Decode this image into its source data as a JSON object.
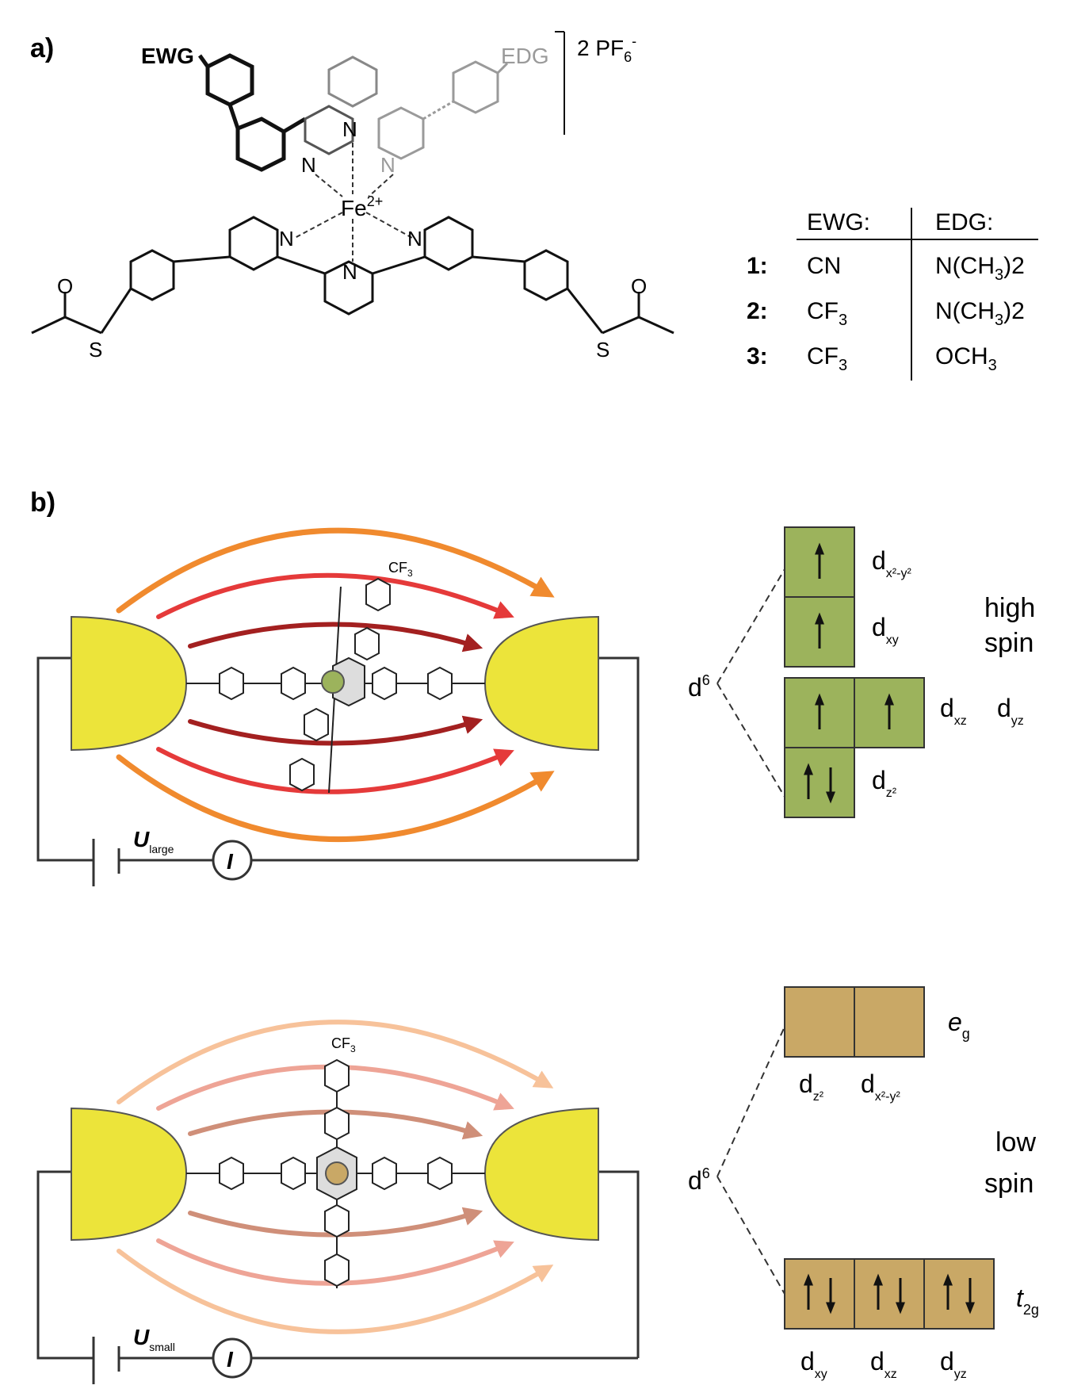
{
  "panel_a": {
    "label": "a)",
    "ewg": "EWG",
    "edg": "EDG",
    "counterion": "2 PF",
    "counterion_sub": "6",
    "counterion_sup": "-",
    "metal": "Fe",
    "metal_charge": "2+",
    "atom_n": "N",
    "atom_s": "S",
    "atom_o": "O",
    "table": {
      "header_ewg": "EWG:",
      "header_edg": "EDG:",
      "rows": [
        {
          "num": "1:",
          "ewg": "CN",
          "ewg_sub": "",
          "edg": "N(CH",
          "edg_sub": "3",
          "edg_tail": ")2"
        },
        {
          "num": "2:",
          "ewg": "CF",
          "ewg_sub": "3",
          "edg": "N(CH",
          "edg_sub": "3",
          "edg_tail": ")2"
        },
        {
          "num": "3:",
          "ewg": "CF",
          "ewg_sub": "3",
          "edg": "OCH",
          "edg_sub": "3",
          "edg_tail": ""
        }
      ]
    }
  },
  "panel_b": {
    "label": "b)",
    "high_spin": {
      "voltage": "U",
      "voltage_sub": "large",
      "current": "I",
      "substituent_top": "CF",
      "substituent_top_sub": "3",
      "d_level": "d",
      "d_level_sup": "6",
      "label_line1": "high",
      "label_line2": "spin",
      "orbitals": {
        "dx2y2": {
          "main": "d",
          "sub": "x²-y²"
        },
        "dxy": {
          "main": "d",
          "sub": "xy"
        },
        "dxz": {
          "main": "d",
          "sub": "xz"
        },
        "dyz": {
          "main": "d",
          "sub": "yz"
        },
        "dz2": {
          "main": "d",
          "sub": "z²"
        }
      },
      "colors": {
        "metal": "#9cb35c",
        "box": "#9cb35c"
      }
    },
    "low_spin": {
      "voltage": "U",
      "voltage_sub": "small",
      "current": "I",
      "substituent_top": "CF",
      "substituent_top_sub": "3",
      "d_level": "d",
      "d_level_sup": "6",
      "label_line1": "low",
      "label_line2": "spin",
      "eg": {
        "main": "e",
        "sub": "g"
      },
      "t2g": {
        "main": "t",
        "sub": "2g"
      },
      "orbitals": {
        "dz2": {
          "main": "d",
          "sub": "z²"
        },
        "dx2y2": {
          "main": "d",
          "sub": "x²-y²"
        },
        "dxy": {
          "main": "d",
          "sub": "xy"
        },
        "dxz": {
          "main": "d",
          "sub": "xz"
        },
        "dyz": {
          "main": "d",
          "sub": "yz"
        }
      },
      "colors": {
        "metal": "#c9a866",
        "box": "#c9a866"
      }
    },
    "colors": {
      "electrode": "#ece43a",
      "arrow_outer": "#f08a2e",
      "arrow_mid": "#e53a3a",
      "arrow_inner": "#a32020"
    }
  }
}
